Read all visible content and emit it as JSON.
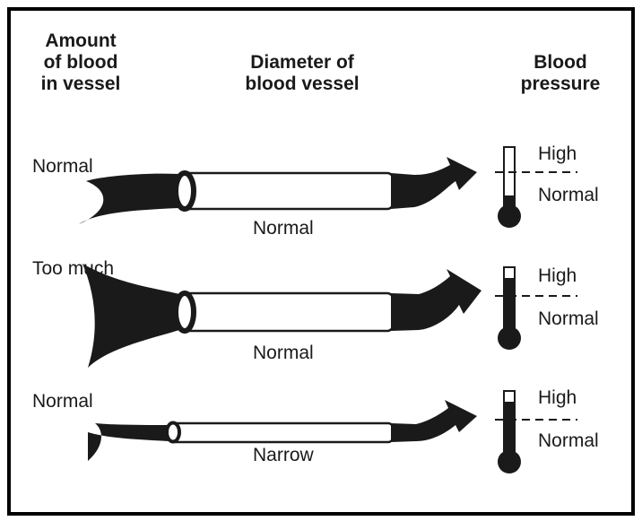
{
  "headers": {
    "amount": [
      "Amount",
      "of blood",
      "in vessel"
    ],
    "diameter": [
      "Diameter of",
      "blood vessel"
    ],
    "pressure": [
      "Blood",
      "pressure"
    ]
  },
  "rows": [
    {
      "amount": "Normal",
      "diameter": "Normal",
      "high": "High",
      "normal": "Normal",
      "pressure_level": "normal"
    },
    {
      "amount": "Too much",
      "diameter": "Normal",
      "high": "High",
      "normal": "Normal",
      "pressure_level": "high"
    },
    {
      "amount": "Normal",
      "diameter": "Narrow",
      "high": "High",
      "normal": "Normal",
      "pressure_level": "high"
    }
  ],
  "colors": {
    "ink": "#1a1a1a",
    "border": "#000000",
    "tube": "#ffffff"
  }
}
